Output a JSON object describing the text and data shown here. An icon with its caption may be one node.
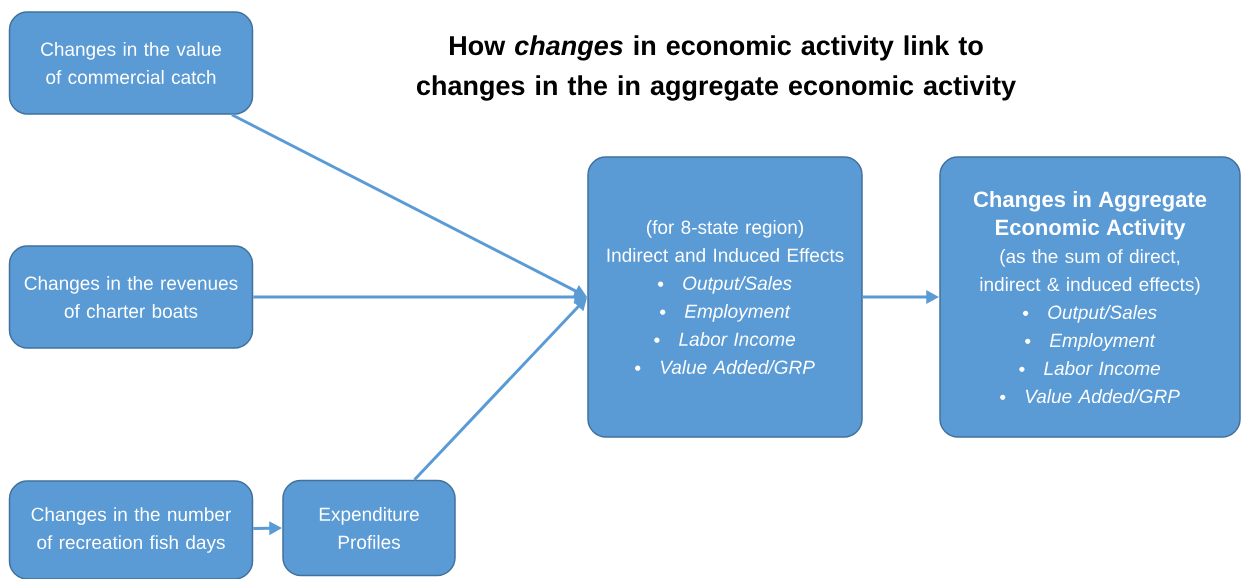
{
  "diagram": {
    "title": "How *changes* in economic activity link to changes in the in aggregate economic activity",
    "nodes": [
      {
        "text": [
          "Changes in the value of commercial catch"
        ]
      },
      {
        "text": [
          "Changes in the revenues of charter boats"
        ]
      },
      {
        "text": [
          "Changes in the number of recreation fish days"
        ]
      },
      {
        "text": [
          "Expenditure Profiles"
        ]
      },
      {
        "text": [
          "(for 8-state region)",
          "Indirect and Induced Effects",
          "Output/Sales",
          "Employment",
          "Labor Income",
          "Value Added/GRP"
        ]
      },
      {
        "text": [
          "Changes in Aggregate Economic Activity",
          "(as the sum of direct, indirect & induced effects)",
          "Output/Sales",
          "Employment",
          "Labor Income",
          "Value Added/GRP"
        ]
      }
    ],
    "edges": [
      {
        "from": 0,
        "to": 4,
        "arrow": "to"
      },
      {
        "from": 1,
        "to": 4,
        "arrow": "to"
      },
      {
        "from": 3,
        "to": 4,
        "arrow": "to"
      },
      {
        "from": 2,
        "to": 3,
        "arrow": "to"
      },
      {
        "from": 4,
        "to": 5,
        "arrow": "to"
      }
    ]
  }
}
